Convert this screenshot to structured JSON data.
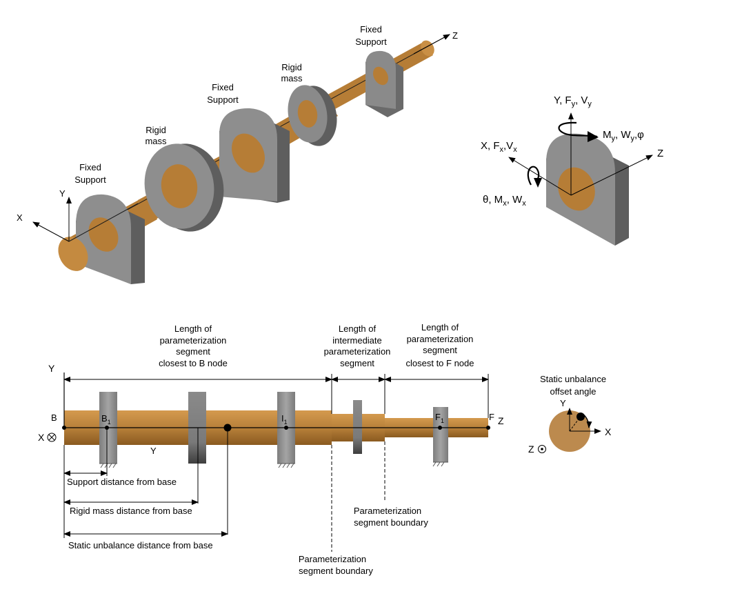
{
  "iso_view": {
    "labels": {
      "fixed_support_1": [
        "Fixed",
        "Support"
      ],
      "rigid_mass_1": [
        "Rigid",
        "mass"
      ],
      "fixed_support_2": [
        "Fixed",
        "Support"
      ],
      "rigid_mass_2": [
        "Rigid",
        "mass"
      ],
      "fixed_support_3": [
        "Fixed",
        "Support"
      ]
    },
    "axes": {
      "x": "X",
      "y": "Y",
      "z": "Z"
    }
  },
  "support_detail": {
    "y_axis": {
      "base": "Y, F",
      "sub1": "y",
      "mid1": ", V",
      "sub2": "y"
    },
    "x_axis": {
      "base": "X, F",
      "sub1": "x",
      "mid1": ",V",
      "sub2": "x"
    },
    "z_axis": "Z",
    "moment_y": {
      "base": "M",
      "sub1": "y",
      "mid1": ", W",
      "sub2": "y",
      "tail": ",φ"
    },
    "moment_x": {
      "base": "θ, M",
      "sub1": "x",
      "mid1": ", W",
      "sub2": "x"
    }
  },
  "side_view": {
    "axes": {
      "y": "Y",
      "x": "X",
      "z": "Z",
      "y_below": "Y"
    },
    "nodes": {
      "b": "B",
      "f": "F",
      "b1": "B",
      "b1_sub": "1",
      "i1": "I",
      "i1_sub": "1",
      "f1": "F",
      "f1_sub": "1"
    },
    "segment_labels": {
      "closest_b": [
        "Length of",
        "parameterization",
        "segment",
        "closest to B node"
      ],
      "intermediate": [
        "Length of",
        "intermediate",
        "parameterization",
        "segment"
      ],
      "closest_f": [
        "Length of",
        "parameterization",
        "segment",
        "closest to F node"
      ]
    },
    "distances": {
      "support": "Support distance from base",
      "rigid_mass": "Rigid mass distance from base",
      "static_unbalance": "Static unbalance distance from base"
    },
    "boundaries": {
      "right": [
        "Parameterization",
        "segment boundary"
      ],
      "left": [
        "Parameterization",
        "segment boundary"
      ]
    }
  },
  "unbalance_view": {
    "title": [
      "Static unbalance",
      "offset angle"
    ],
    "axes": {
      "y": "Y",
      "x": "X",
      "z": "Z"
    }
  },
  "colors": {
    "shaft": "#b8813a",
    "shaft_dark": "#8a5a20",
    "support": "#8c8c8c",
    "support_dark": "#5e5e5e",
    "support_light": "#a8a8a8"
  }
}
